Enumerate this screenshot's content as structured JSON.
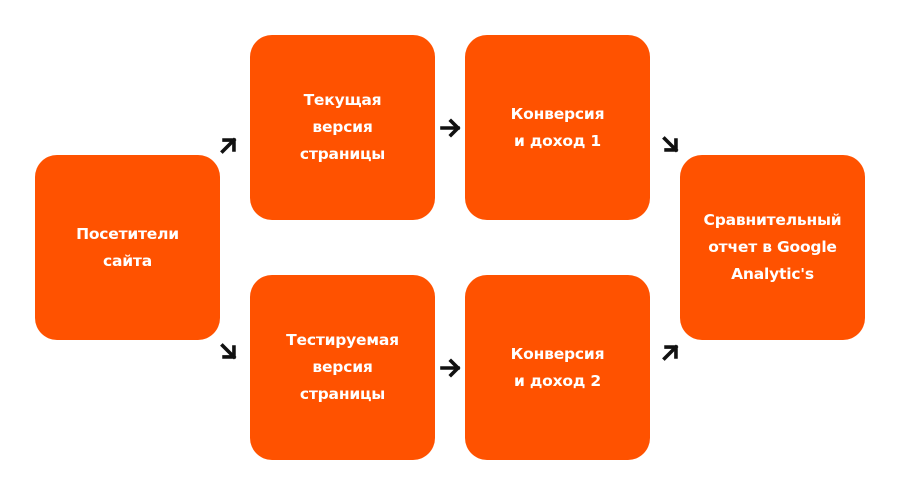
{
  "colors": {
    "box_fill": "#FF5200",
    "label_text": "#FFFFFF",
    "arrow": "#111111",
    "background": "#FFFFFF"
  },
  "boxes": {
    "visitors": {
      "label": "Посетители\nсайта"
    },
    "current_version": {
      "label": "Текущая\nверсия\nстраницы"
    },
    "test_version": {
      "label": "Тестируемая\nверсия\nстраницы"
    },
    "conversion_1": {
      "label": "Конверсия\nи доход 1"
    },
    "conversion_2": {
      "label": "Конверсия\nи доход 2"
    },
    "report": {
      "label": "Сравнительный\nотчет в Google\nAnalytic's"
    }
  },
  "arrows": [
    {
      "from": "visitors",
      "to": "current_version",
      "direction": "up-right"
    },
    {
      "from": "visitors",
      "to": "test_version",
      "direction": "down-right"
    },
    {
      "from": "current_version",
      "to": "conversion_1",
      "direction": "right"
    },
    {
      "from": "test_version",
      "to": "conversion_2",
      "direction": "right"
    },
    {
      "from": "conversion_1",
      "to": "report",
      "direction": "down-right"
    },
    {
      "from": "conversion_2",
      "to": "report",
      "direction": "up-right"
    }
  ]
}
